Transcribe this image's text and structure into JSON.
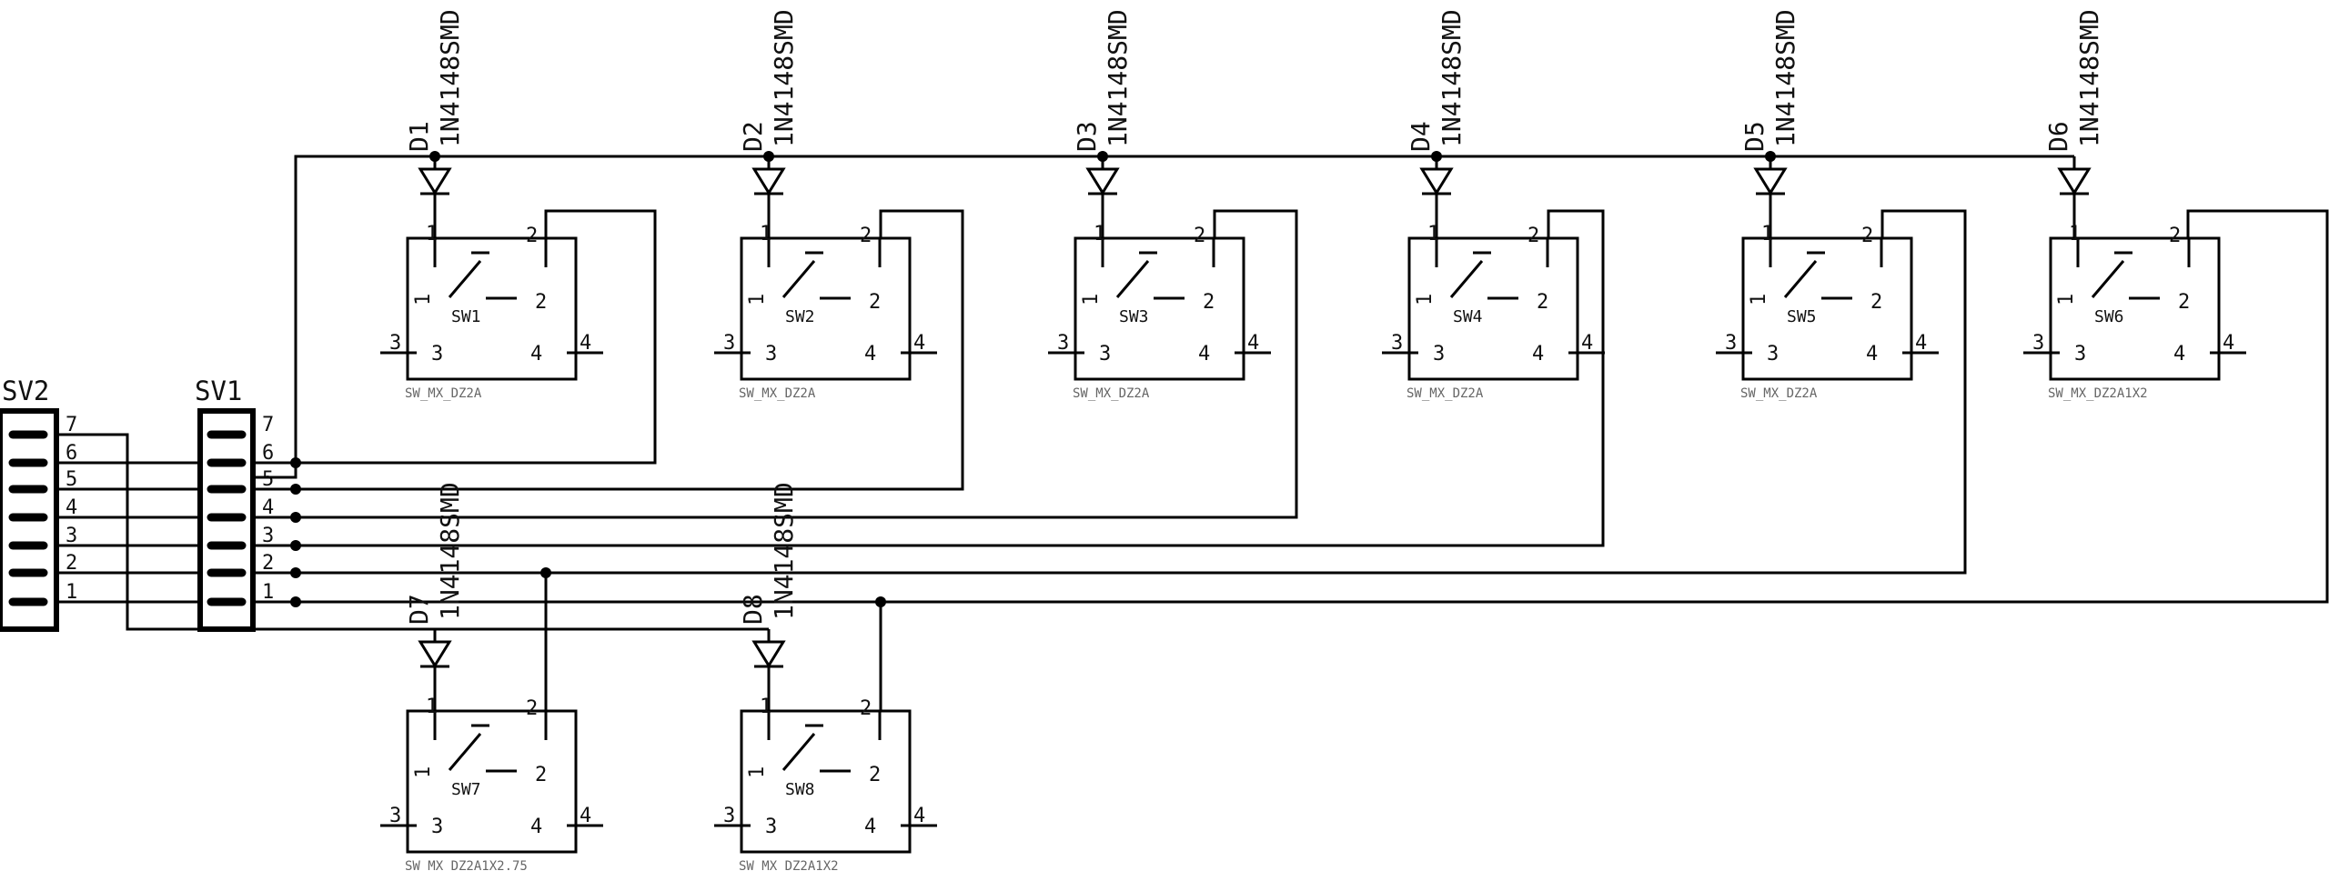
{
  "connectors": [
    {
      "ref": "SV2",
      "pins": [
        "7",
        "6",
        "5",
        "4",
        "3",
        "2",
        "1"
      ]
    },
    {
      "ref": "SV1",
      "pins": [
        "7",
        "6",
        "5",
        "4",
        "3",
        "2",
        "1"
      ]
    }
  ],
  "diodes": [
    {
      "ref": "D1",
      "value": "1N4148SMD"
    },
    {
      "ref": "D2",
      "value": "1N4148SMD"
    },
    {
      "ref": "D3",
      "value": "1N4148SMD"
    },
    {
      "ref": "D4",
      "value": "1N4148SMD"
    },
    {
      "ref": "D5",
      "value": "1N4148SMD"
    },
    {
      "ref": "D6",
      "value": "1N4148SMD"
    },
    {
      "ref": "D7",
      "value": "1N4148SMD"
    },
    {
      "ref": "D8",
      "value": "1N4148SMD"
    }
  ],
  "switches": [
    {
      "ref": "SW1",
      "package": "SW_MX_DZ2A",
      "pins": [
        "1",
        "2",
        "3",
        "4"
      ]
    },
    {
      "ref": "SW2",
      "package": "SW_MX_DZ2A",
      "pins": [
        "1",
        "2",
        "3",
        "4"
      ]
    },
    {
      "ref": "SW3",
      "package": "SW_MX_DZ2A",
      "pins": [
        "1",
        "2",
        "3",
        "4"
      ]
    },
    {
      "ref": "SW4",
      "package": "SW_MX_DZ2A",
      "pins": [
        "1",
        "2",
        "3",
        "4"
      ]
    },
    {
      "ref": "SW5",
      "package": "SW_MX_DZ2A",
      "pins": [
        "1",
        "2",
        "3",
        "4"
      ]
    },
    {
      "ref": "SW6",
      "package": "SW_MX_DZ2A1X2",
      "pins": [
        "1",
        "2",
        "3",
        "4"
      ]
    },
    {
      "ref": "SW7",
      "package": "SW_MX_DZ2A1X2.75",
      "pins": [
        "1",
        "2",
        "3",
        "4"
      ]
    },
    {
      "ref": "SW8",
      "package": "SW_MX_DZ2A1X2",
      "pins": [
        "1",
        "2",
        "3",
        "4"
      ]
    }
  ]
}
